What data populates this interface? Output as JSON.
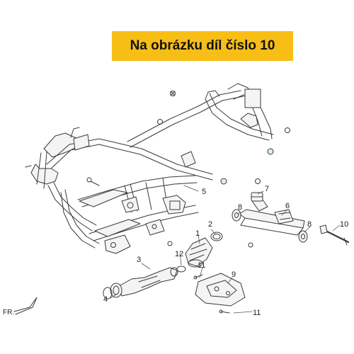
{
  "banner": {
    "text": "Na obrázku díl číslo 10",
    "background": "#f7be16"
  },
  "diagram": {
    "front_label": "FR.",
    "callouts": [
      "1",
      "2",
      "3",
      "4",
      "5",
      "6",
      "7",
      "8",
      "8",
      "9",
      "10",
      "11",
      "11",
      "12"
    ]
  },
  "colors": {
    "line": "#3a3a3a",
    "highlight": "#e5e5e5",
    "part_fill": "#f4f4f4"
  }
}
